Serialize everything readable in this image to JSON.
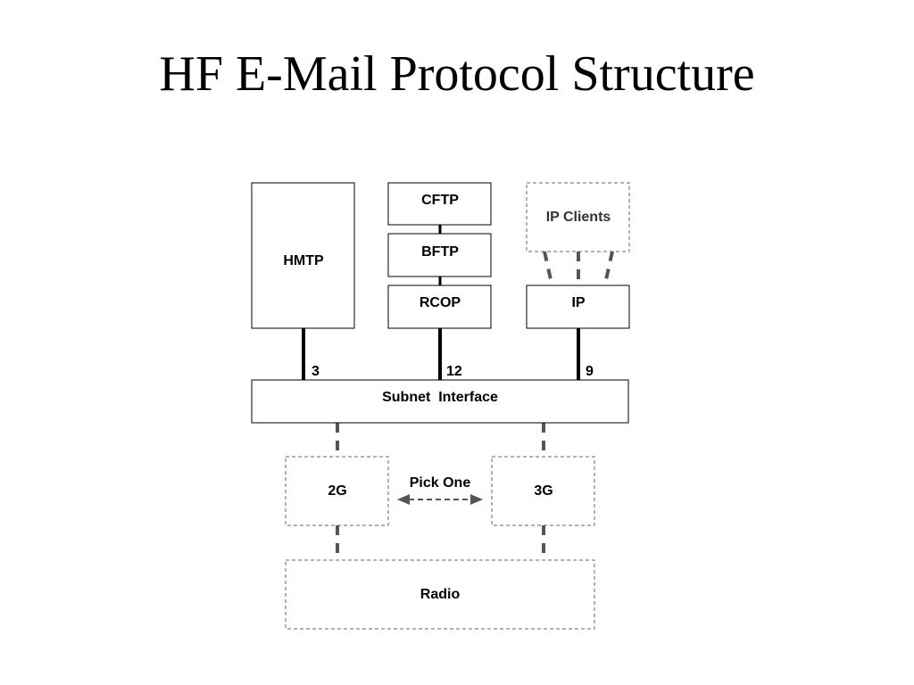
{
  "title": "HF E-Mail Protocol Structure",
  "diagram": {
    "boxes": {
      "hmtp": "HMTP",
      "cftp": "CFTP",
      "bftp": "BFTP",
      "rcop": "RCOP",
      "ip_clients": "IP Clients",
      "ip": "IP",
      "subnet": "Subnet  Interface",
      "g2": "2G",
      "g3": "3G",
      "radio": "Radio"
    },
    "port_labels": {
      "hmtp": "3",
      "rcop": "12",
      "ip": "9"
    },
    "pick_one": "Pick One",
    "colors": {
      "solid_border": "#000000",
      "dashed_border": "#666666",
      "dashed_link": "#555555"
    }
  }
}
